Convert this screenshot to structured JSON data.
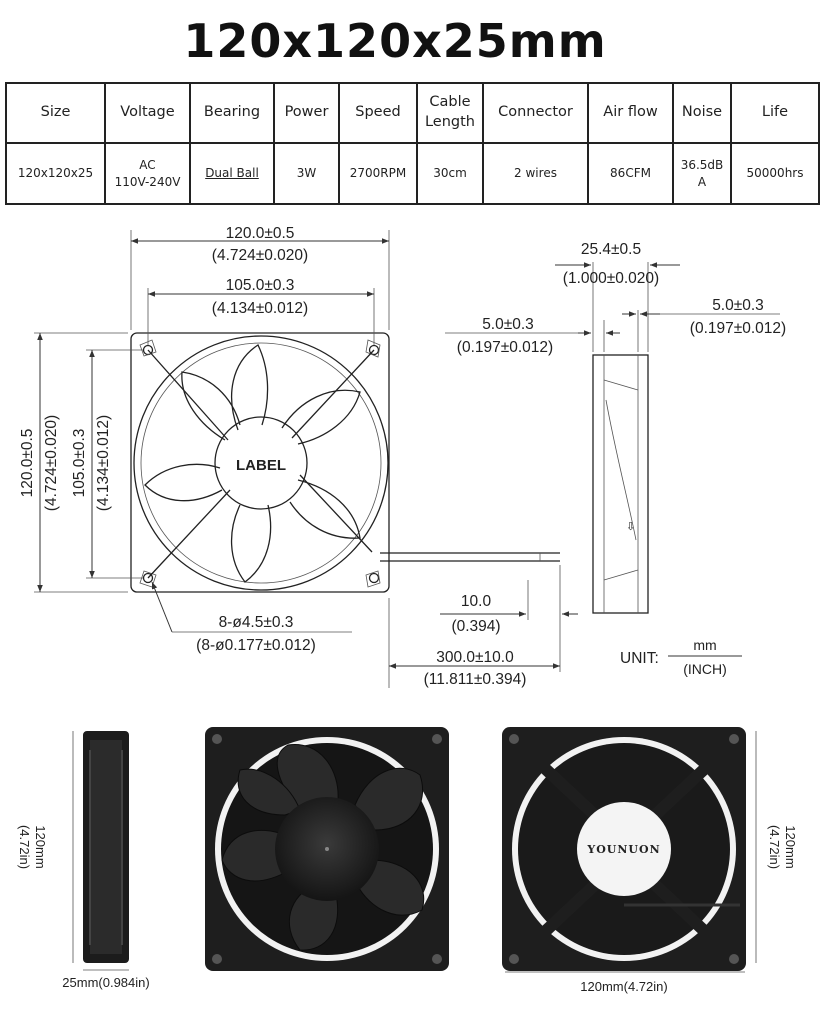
{
  "title": "120x120x25mm",
  "table": {
    "headers": [
      "Size",
      "Voltage",
      "Bearing",
      "Power",
      "Speed",
      "Cable\nLength",
      "Connector",
      "Air flow",
      "Noise",
      "Life"
    ],
    "values": [
      "120x120x25",
      "AC\n110V-240V",
      "Dual Ball",
      "3W",
      "2700RPM",
      "30cm",
      "2 wires",
      "86CFM",
      "36.5dB\nA",
      "50000hrs"
    ]
  },
  "drawing": {
    "width_outer": "120.0±0.5",
    "width_outer_in": "(4.724±0.020)",
    "width_hole": "105.0±0.3",
    "width_hole_in": "(4.134±0.012)",
    "height_outer": "120.0±0.5",
    "height_outer_in": "(4.724±0.020)",
    "height_hole": "105.0±0.3",
    "height_hole_in": "(4.134±0.012)",
    "label": "LABEL",
    "hole_dia": "8-ø4.5±0.3",
    "hole_dia_in": "(8-ø0.177±0.012)",
    "cable_end": "10.0",
    "cable_end_in": "(0.394)",
    "cable_len": "300.0±10.0",
    "cable_len_in": "(11.811±0.394)",
    "depth": "25.4±0.5",
    "depth_in": "(1.000±0.020)",
    "flange_left": "5.0±0.3",
    "flange_left_in": "(0.197±0.012)",
    "flange_right": "5.0±0.3",
    "flange_right_in": "(0.197±0.012)",
    "unit_label": "UNIT:",
    "unit_mm": "mm",
    "unit_inch": "(INCH)"
  },
  "photos": {
    "side_height": "120mm",
    "side_height_in": "(4.72in)",
    "side_depth": "25mm(0.984in)",
    "front_brand": "YOUNUON",
    "back_height": "120mm",
    "back_height_in": "(4.72in)",
    "back_width": "120mm(4.72in)"
  }
}
